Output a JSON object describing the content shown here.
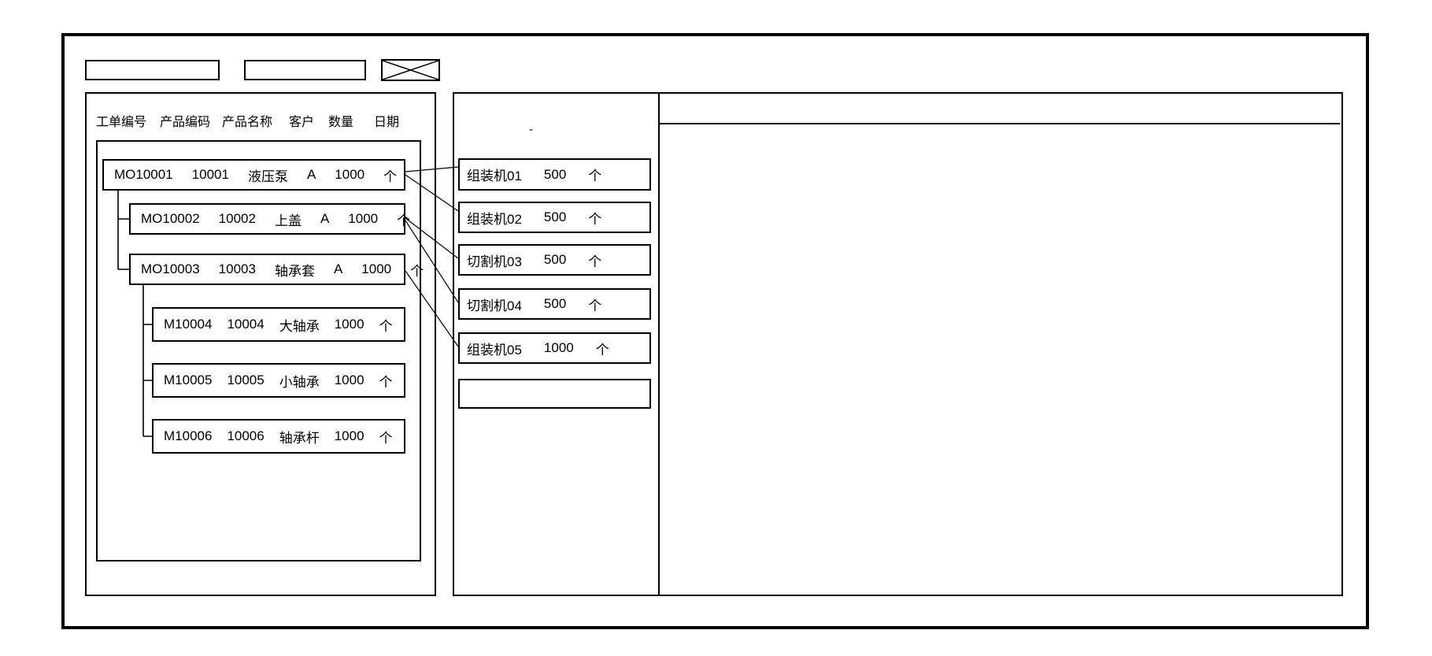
{
  "toolbar": {
    "field1_value": "",
    "field2_value": "",
    "close_icon": "x-cross"
  },
  "order_list_panel": {
    "columns": [
      "工单编号",
      "产品编码",
      "产品名称",
      "客户",
      "数量",
      "日期"
    ],
    "orders": [
      {
        "order_no": "MO10001",
        "product_code": "10001",
        "product_name": "液压泵",
        "customer": "A",
        "qty": "1000",
        "unit": "个",
        "level": 0
      },
      {
        "order_no": "MO10002",
        "product_code": "10002",
        "product_name": "上盖",
        "customer": "A",
        "qty": "1000",
        "unit": "个",
        "level": 1
      },
      {
        "order_no": "MO10003",
        "product_code": "10003",
        "product_name": "轴承套",
        "customer": "A",
        "qty": "1000",
        "unit": "个",
        "level": 1
      },
      {
        "order_no": "M10004",
        "product_code": "10004",
        "product_name": "大轴承",
        "customer": "",
        "qty": "1000",
        "unit": "个",
        "level": 2
      },
      {
        "order_no": "M10005",
        "product_code": "10005",
        "product_name": "小轴承",
        "customer": "",
        "qty": "1000",
        "unit": "个",
        "level": 2
      },
      {
        "order_no": "M10006",
        "product_code": "10006",
        "product_name": "轴承杆",
        "customer": "",
        "qty": "1000",
        "unit": "个",
        "level": 2
      }
    ]
  },
  "machine_panel": {
    "dash_mark": "-",
    "machines": [
      {
        "name": "组装机01",
        "qty": "500",
        "unit": "个"
      },
      {
        "name": "组装机02",
        "qty": "500",
        "unit": "个"
      },
      {
        "name": "切割机03",
        "qty": "500",
        "unit": "个"
      },
      {
        "name": "切割机04",
        "qty": "500",
        "unit": "个"
      },
      {
        "name": "组装机05",
        "qty": "1000",
        "unit": "个"
      },
      {
        "name": "",
        "qty": "",
        "unit": ""
      }
    ]
  },
  "schedule_panel": {
    "content": ""
  },
  "connections": [
    {
      "from": "MO10001",
      "to": "组装机01"
    },
    {
      "from": "MO10001",
      "to": "组装机02"
    },
    {
      "from": "MO10002",
      "to": "切割机03"
    },
    {
      "from": "MO10002",
      "to": "切割机04"
    },
    {
      "from": "MO10003",
      "to": "组装机05"
    }
  ],
  "colors": {
    "line": "#000000",
    "background": "#ffffff"
  }
}
